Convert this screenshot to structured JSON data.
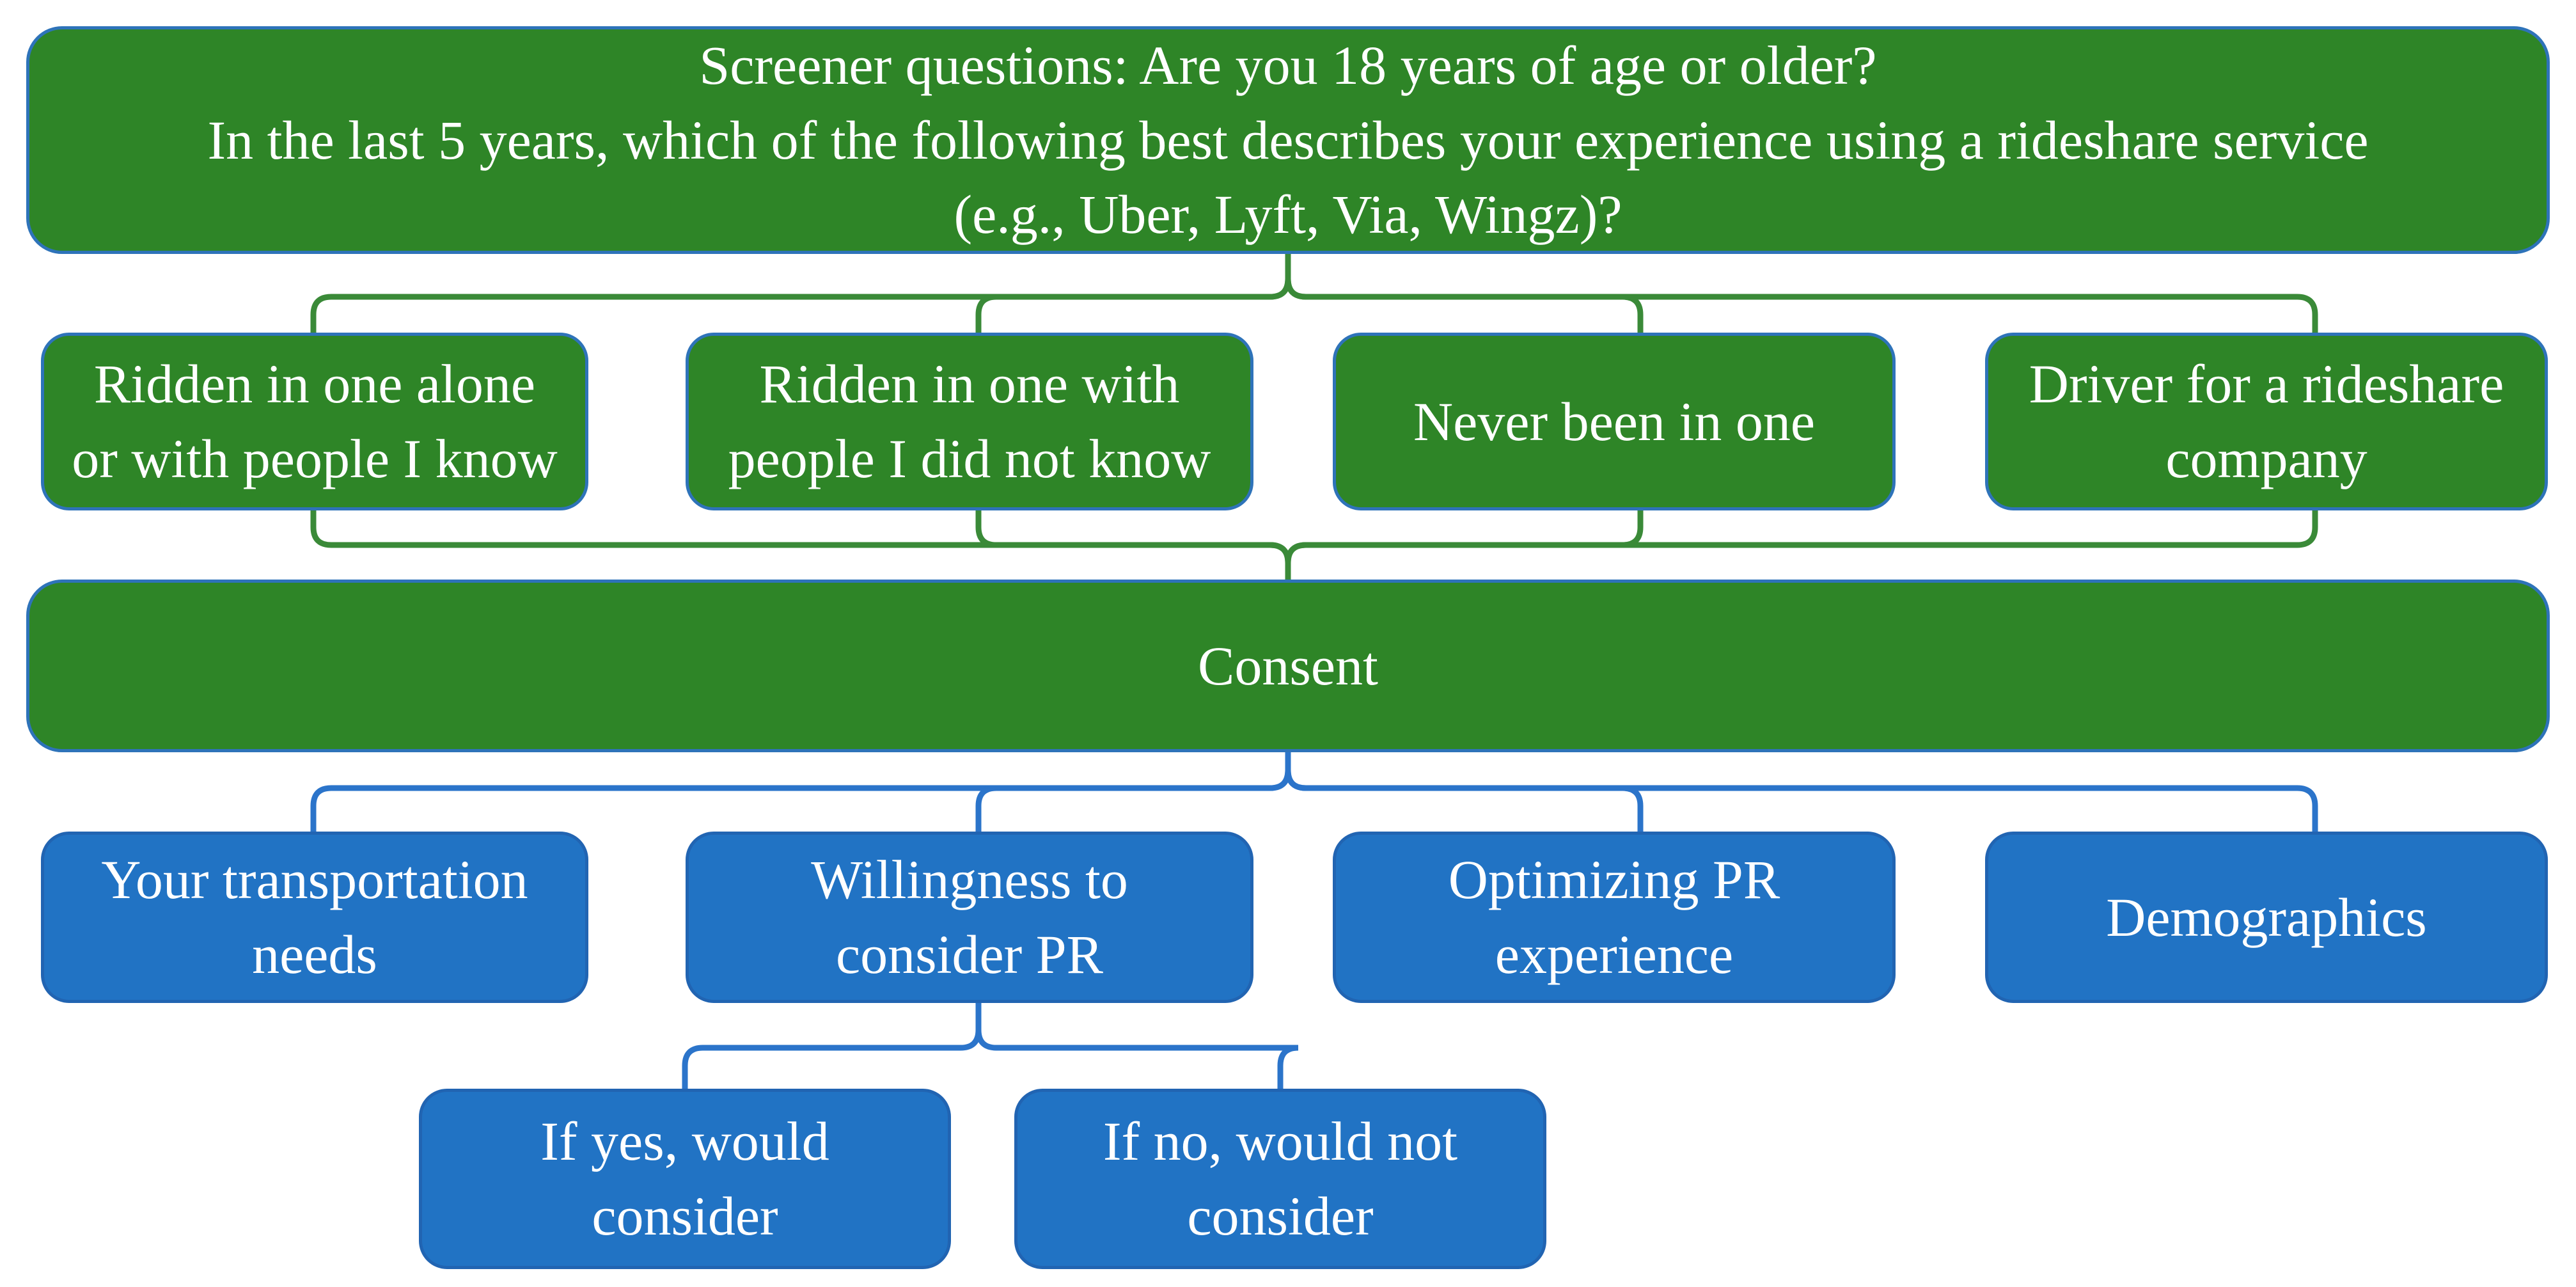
{
  "colors": {
    "green_fill": "#2e8527",
    "green_connector": "#3a8a38",
    "green_box_border": "#2e73b9",
    "blue_fill": "#2173c4",
    "blue_box_border": "#2164b2",
    "blue_connector": "#2b74ca",
    "text": "#ffffff",
    "background": "#ffffff"
  },
  "flowchart": {
    "screener": {
      "label": "Screener questions: Are you 18 years of age or older?\nIn the last 5 years, which of the following best describes your experience using a rideshare service\n(e.g., Uber, Lyft, Via, Wingz)?"
    },
    "experience_options": [
      {
        "label": "Ridden in one alone\nor with people I know"
      },
      {
        "label": "Ridden in one with\npeople I did not know"
      },
      {
        "label": "Never been in one"
      },
      {
        "label": "Driver for a rideshare\ncompany"
      }
    ],
    "consent": {
      "label": "Consent"
    },
    "survey_sections": [
      {
        "label": "Your transportation\nneeds"
      },
      {
        "label": "Willingness to\nconsider PR"
      },
      {
        "label": "Optimizing PR\nexperience"
      },
      {
        "label": "Demographics"
      }
    ],
    "willingness_outcomes": [
      {
        "label": "If yes, would\nconsider"
      },
      {
        "label": "If no, would not\nconsider"
      }
    ]
  }
}
